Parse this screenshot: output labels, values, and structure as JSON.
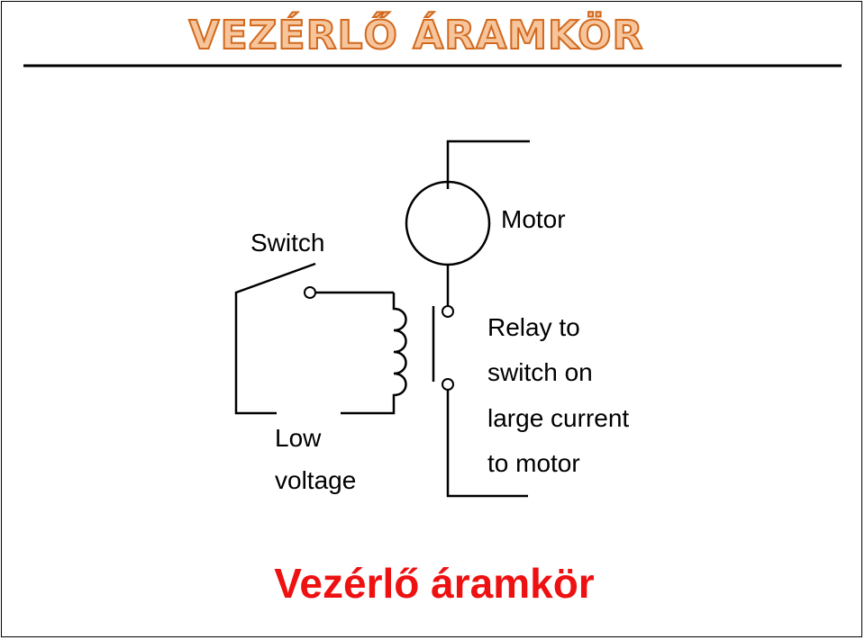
{
  "slide": {
    "title": "VEZÉRLŐ ÁRAMKÖR",
    "caption": "Vezérlő áramkör",
    "colors": {
      "title_fill": "#f6c59c",
      "title_stroke": "#d2691e",
      "caption": "#ee1111",
      "line": "#000000"
    }
  },
  "diagram": {
    "switch_label": "Switch",
    "motor_label": "Motor",
    "low_voltage_label": [
      "Low",
      "voltage"
    ],
    "relay_label": [
      "Relay to",
      "switch on",
      "large current",
      "to motor"
    ]
  }
}
